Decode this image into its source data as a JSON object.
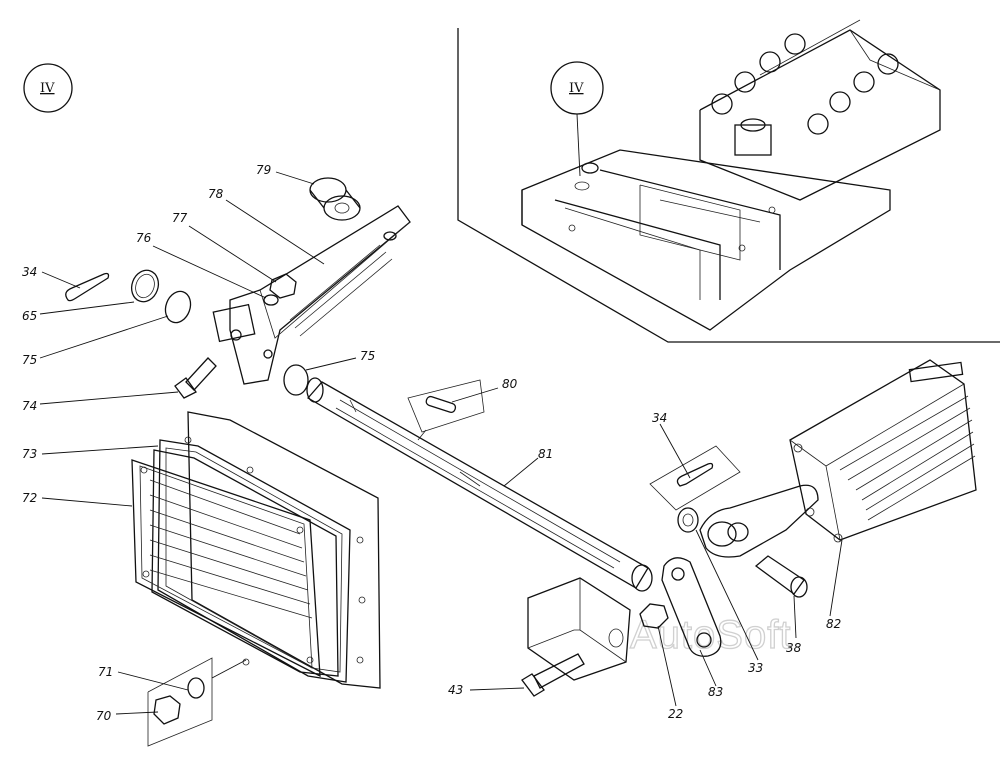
{
  "diagram": {
    "view_marker_left": "IV",
    "view_marker_right": "IV",
    "watermark": "AutoSoft",
    "callouts": {
      "c79": "79",
      "c78": "78",
      "c77": "77",
      "c76": "76",
      "c34a": "34",
      "c65": "65",
      "c75a": "75",
      "c75b": "75",
      "c74": "74",
      "c73": "73",
      "c72": "72",
      "c71": "71",
      "c70": "70",
      "c80": "80",
      "c81": "81",
      "c43": "43",
      "c22": "22",
      "c83": "83",
      "c33": "33",
      "c38": "38",
      "c82": "82",
      "c34b": "34"
    }
  }
}
